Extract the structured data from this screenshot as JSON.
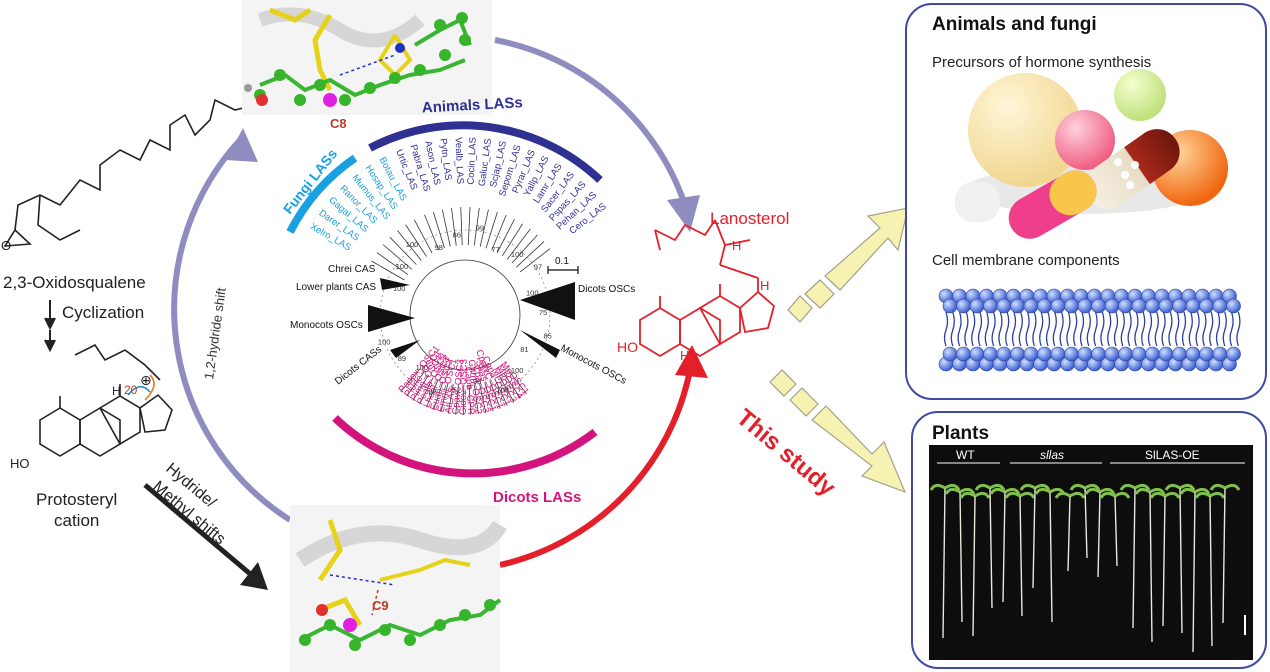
{
  "left_pathway": {
    "substrate_label": "2,3-Oxidosqualene",
    "step_label": "Cyclization",
    "intermediate_label_line1": "Protosteryl",
    "intermediate_label_line2": "cation",
    "ring_carbon_label": "20",
    "positive_charge": "⊕",
    "hydroxyl_label": "HO",
    "h_label": "H"
  },
  "arrows": {
    "upper_arc_label": "1,2-hydride shift",
    "lower_arrow_label_line1": "Hydride/",
    "lower_arrow_label_line2": "Methyl shifts",
    "this_study": "This study"
  },
  "structures": {
    "top_carbon": "C8",
    "bottom_carbon": "C9"
  },
  "tree": {
    "arc_top_label": "Animals LASs",
    "arc_left_label": "Fungi LASs",
    "arc_bottom_label": "Dicots LASs",
    "scale_label": "0.1",
    "animal_leaves": [
      "Urtic_LAS",
      "Pabra_LAS",
      "Ason_LAS",
      "Pytn_LAS",
      "Vealb_LAS",
      "Cocin_LAS",
      "Galuc_LAS",
      "Scjap_LAS",
      "Sepom_LAS",
      "Pyrar_LAS",
      "Yallp_LAS",
      "Lamr_LAS",
      "Sacer_LAS",
      "Pspas_LAS",
      "Pehan_LAS",
      "Cero_LAS"
    ],
    "fungi_leaves": [
      "Xelro_LAS",
      "Darer_LAS",
      "Gagal_LAS",
      "Ranor_LAS",
      "Mumus_LAS",
      "Hosap_LAS",
      "Botau_LAS"
    ],
    "dicot_leaves": [
      "MpOSC1",
      "MpOSC4",
      "MpOSC3",
      "Copa_OSC1",
      "CpalvC_OSC1",
      "Saas_OSC1",
      "Cpa_OSC3",
      "Ghrm_OSC2",
      "Capb_CPR",
      "Gidov_OSC3",
      "Cpaw_OSC3",
      "AtLAS",
      "Emnil_OSC1",
      "Euap_OSC2",
      "Lheal_OSC3",
      "Peatb_OSC3",
      "Pimp_OSC1",
      "Plune_OSC1",
      "Pappx_OSC1"
    ],
    "clade_labels": {
      "dicots_osc": "Dicots OSCs",
      "monocots_osc_right": "Monocots OSCs",
      "monocots_osc_left": "Monocots OSCs",
      "dicots_cas": "Dicots CASs",
      "lower_plants_cas": "Lower plants CAS",
      "chrei_cas": "Chrei CAS"
    },
    "bootstrap": [
      "100",
      "100",
      "100",
      "98",
      "86",
      "99",
      "77",
      "100",
      "97",
      "100",
      "75",
      "85",
      "81",
      "100",
      "100",
      "98",
      "52",
      "86",
      "100",
      "89",
      "100"
    ]
  },
  "product": {
    "name": "Lanosterol",
    "hydroxyl_label": "HO",
    "h_label": "H"
  },
  "right_panels": {
    "animals_title": "Animals and fungi",
    "hormone_text": "Precursors of hormone synthesis",
    "membrane_text": "Cell membrane components",
    "plants_title": "Plants",
    "seedling_groups": [
      "WT",
      "sllas",
      "SlLAS-OE"
    ]
  },
  "colors": {
    "animal_clade": "#2e3192",
    "fungi_clade": "#1aa0e0",
    "dicot_clade": "#d4147d",
    "lanosterol_red": "#e3202a",
    "arc_lavender": "#8f8cbf",
    "panel_border": "#3e4aa3",
    "membrane_blue": "#3c5fd1"
  }
}
